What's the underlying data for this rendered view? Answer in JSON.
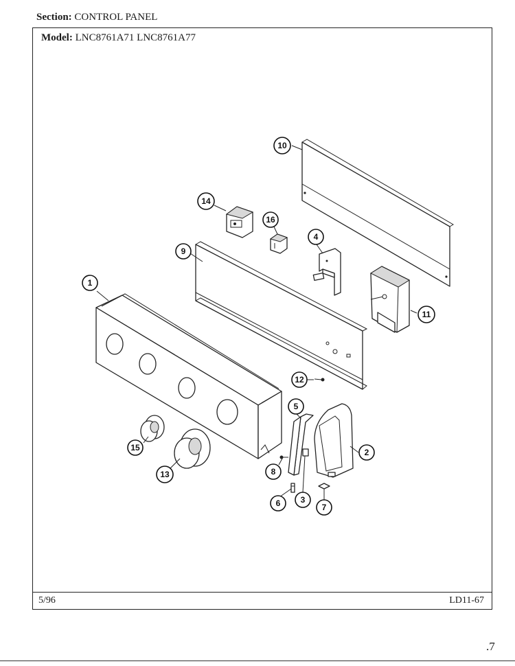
{
  "header": {
    "section_label": "Section:",
    "section_value": "CONTROL PANEL",
    "model_label": "Model:",
    "model_value": "LNC8761A71  LNC8761A77"
  },
  "footer": {
    "date": "5/96",
    "code": "LD11-67",
    "page_mark": ".7"
  },
  "callouts": [
    "1",
    "2",
    "3",
    "4",
    "5",
    "6",
    "7",
    "8",
    "9",
    "10",
    "11",
    "12",
    "13",
    "14",
    "15",
    "16"
  ]
}
